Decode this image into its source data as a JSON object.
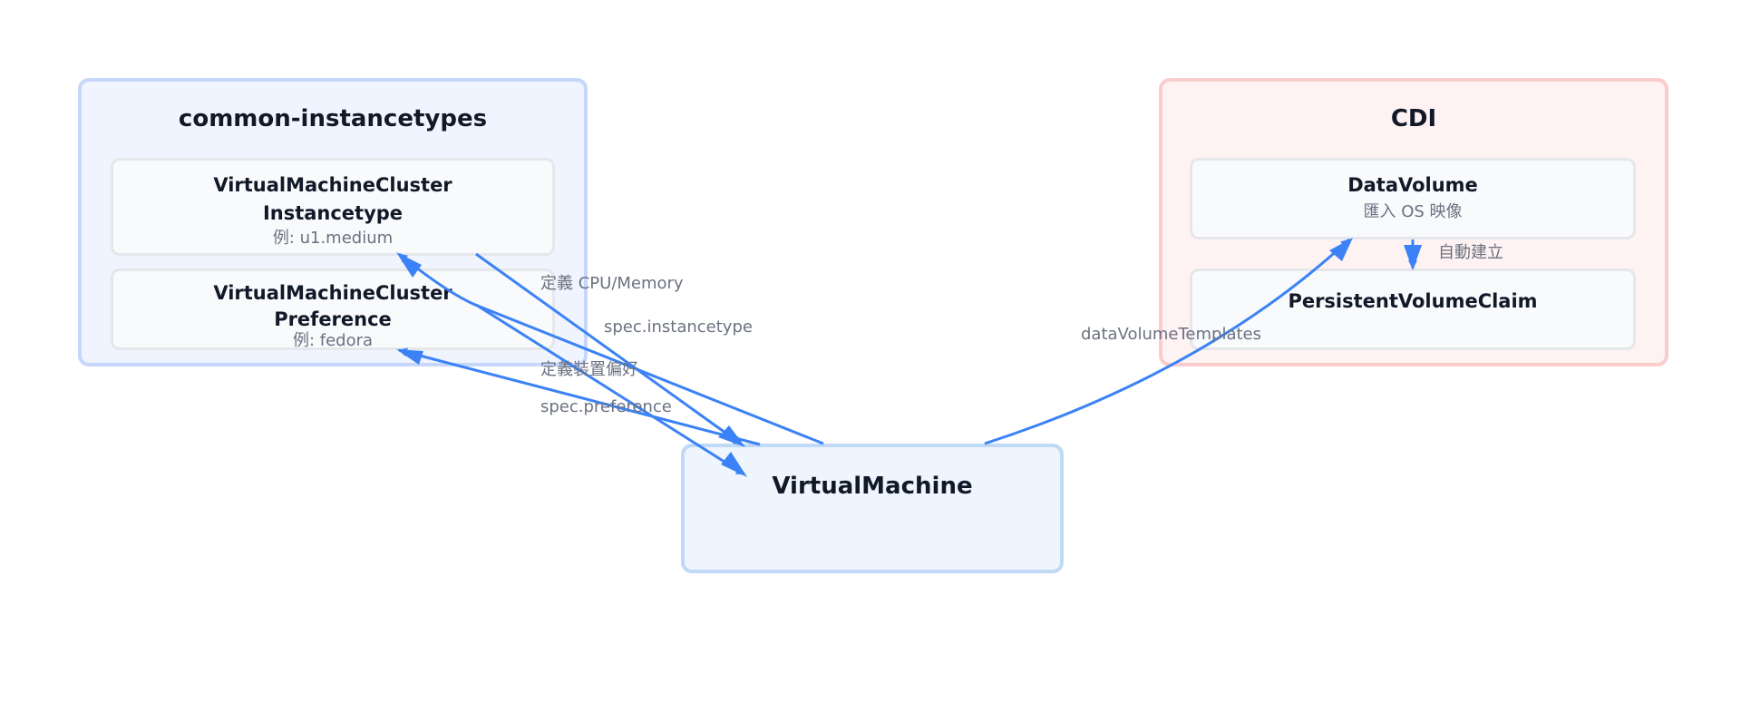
{
  "colors": {
    "edge": "#3b82f6",
    "group_blue_fill": "#eff4fe",
    "group_blue_border": "#c7d7fb",
    "group_red_fill": "#fef2f2",
    "group_red_border": "#fbcccc",
    "vm_fill": "#eef5fd",
    "vm_border": "#bfd9f6"
  },
  "groups": {
    "common": {
      "title": "common-instancetypes"
    },
    "cdi": {
      "title": "CDI"
    }
  },
  "nodes": {
    "instancetype": {
      "title_line1": "VirtualMachineCluster",
      "title_line2": "Instancetype",
      "sub": "例: u1.medium"
    },
    "preference": {
      "title_line1": "VirtualMachineCluster",
      "title_line2": "Preference",
      "sub": "例: fedora"
    },
    "datavolume": {
      "title": "DataVolume",
      "sub": "匯入 OS 映像"
    },
    "pvc": {
      "title": "PersistentVolumeClaim"
    },
    "vm": {
      "title": "VirtualMachine"
    }
  },
  "edges": {
    "define_cpu": "定義 CPU/Memory",
    "spec_instancetype": "spec.instancetype",
    "define_pref": "定義裝置偏好",
    "spec_preference": "spec.preference",
    "data_volume_templates": "dataVolumeTemplates",
    "auto_create": "自動建立"
  }
}
